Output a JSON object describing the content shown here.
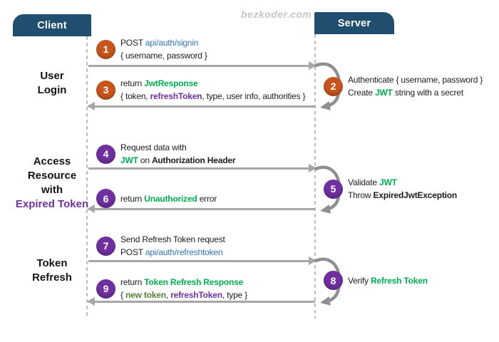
{
  "page": {
    "watermark": "bezkoder.com"
  },
  "actors": {
    "client": "Client",
    "server": "Server"
  },
  "sections": {
    "login": {
      "lines": [
        "User",
        "Login"
      ]
    },
    "access": {
      "lines": [
        "Access",
        "Resource",
        "with"
      ],
      "highlight": "Expired Token"
    },
    "refresh": {
      "lines": [
        "Token",
        "Refresh"
      ]
    }
  },
  "steps": {
    "n1": {
      "num": "1",
      "pre": "POST ",
      "link": "api/auth/signin",
      "body": "{ username, password }"
    },
    "n2": {
      "num": "2",
      "line1": "Authenticate { username, password }",
      "pre": "Create ",
      "jwt": "JWT",
      "post": " string with a secret"
    },
    "n3": {
      "num": "3",
      "pre": "return ",
      "resp": "JwtResponse",
      "b1": "{ token, ",
      "refresh": "refreshToken",
      "b2": ", type, user info, authorities }"
    },
    "n4": {
      "num": "4",
      "line1": "Request data with",
      "jwt": "JWT",
      "mid": " on ",
      "bold": "Authorization Header"
    },
    "n5": {
      "num": "5",
      "pre": "Validate ",
      "jwt": "JWT",
      "pre2": "Throw ",
      "bold": "ExpiredJwtException"
    },
    "n6": {
      "num": "6",
      "pre": "return ",
      "green": "Unauthorized",
      "post": " error"
    },
    "n7": {
      "num": "7",
      "line1": "Send Refresh Token request",
      "pre": "POST ",
      "link": "api/auth/refreshtoken"
    },
    "n8": {
      "num": "8",
      "pre": "Verify ",
      "green": "Refresh Token"
    },
    "n9": {
      "num": "9",
      "pre": "return ",
      "green": "Token Refresh Response",
      "b1": "{ ",
      "newtok": "new token",
      "b2": ", ",
      "refresh": "refreshToken",
      "b3": ", type }"
    }
  },
  "colors": {
    "actor_header": "#1F4E6E",
    "step_orange": "#C8551B",
    "step_purple": "#7030A0",
    "green": "#00B050",
    "dark_green": "#538135",
    "link_blue": "#2E75B6",
    "arrow_gray": "#A6A6A6",
    "loop_gray": "#8F8F8F",
    "lifeline_gray": "#BDBDBD",
    "watermark_gray": "#C6C6C6"
  }
}
